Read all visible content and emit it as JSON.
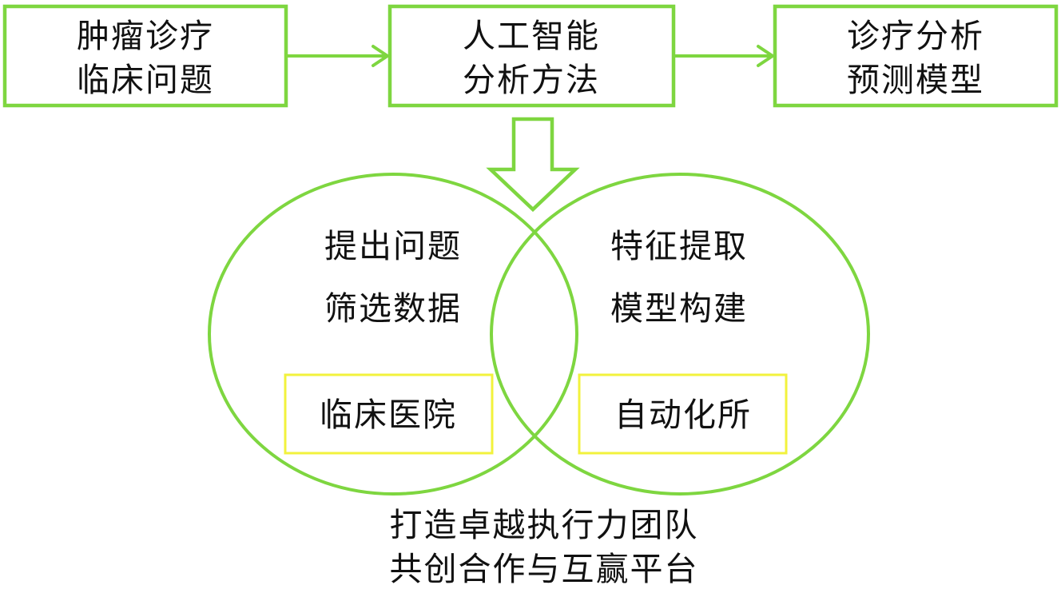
{
  "flow": {
    "steps": [
      {
        "line1": "肿瘤诊疗",
        "line2": "临床问题"
      },
      {
        "line1": "人工智能",
        "line2": "分析方法"
      },
      {
        "line1": "诊疗分析",
        "line2": "预测模型"
      }
    ]
  },
  "venn": {
    "left": {
      "line1": "提出问题",
      "line2": "筛选数据",
      "label": "临床医院"
    },
    "right": {
      "line1": "特征提取",
      "line2": "模型构建",
      "label": "自动化所"
    }
  },
  "footer": {
    "line1": "打造卓越执行力团队",
    "line2": "共创合作与互赢平台"
  },
  "colors": {
    "accent": "#7ED640",
    "highlight": "#F2F23C"
  }
}
